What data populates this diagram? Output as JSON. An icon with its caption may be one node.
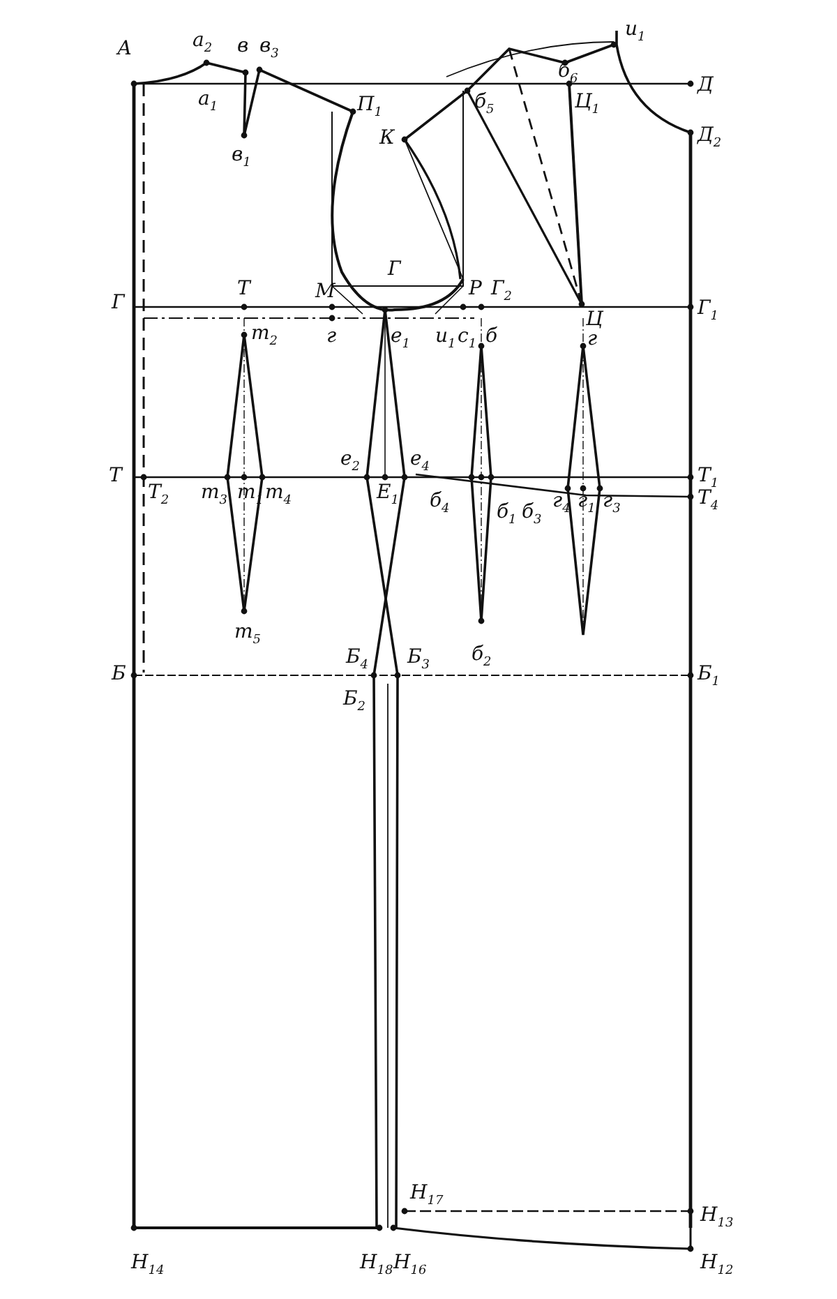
{
  "diagram": {
    "labels": [
      "А",
      "а$_{2}$",
      "в",
      "в$_{3}$",
      "и$_{1}$",
      "а$_{1}$",
      "П$_{1}$",
      "б$_{5}$",
      "б$_{6}$",
      "Ц$_{1}$",
      "Д",
      "в$_{1}$",
      "К",
      "Д$_{2}$",
      "Г",
      "Т",
      "М",
      "Г",
      "Р",
      "Г$_{2}$",
      "Ц",
      "Г$_{1}$",
      "т$_{2}$",
      "г",
      "е$_{1}$",
      "и$_{1}$",
      "с$_{1}$",
      "б",
      "г",
      "е$_{2}$",
      "е$_{4}$",
      "Т",
      "Т$_{2}$",
      "т$_{3}$",
      "т$_{1}$",
      "т$_{4}$",
      "Е$_{1}$",
      "б$_{4}$",
      "б$_{1}$",
      "б$_{3}$",
      "г$_{4}$",
      "г$_{1}$",
      "г$_{3}$",
      "Т$_{1}$",
      "Т$_{4}$",
      "т$_{5}$",
      "б$_{2}$",
      "Б",
      "Б$_{4}$",
      "Б$_{3}$",
      "Б$_{1}$",
      "Б$_{2}$",
      "Н$_{17}$",
      "Н$_{13}$",
      "Н$_{14}$",
      "Н$_{18}$",
      "Н$_{16}$",
      "Н$_{12}$"
    ]
  }
}
